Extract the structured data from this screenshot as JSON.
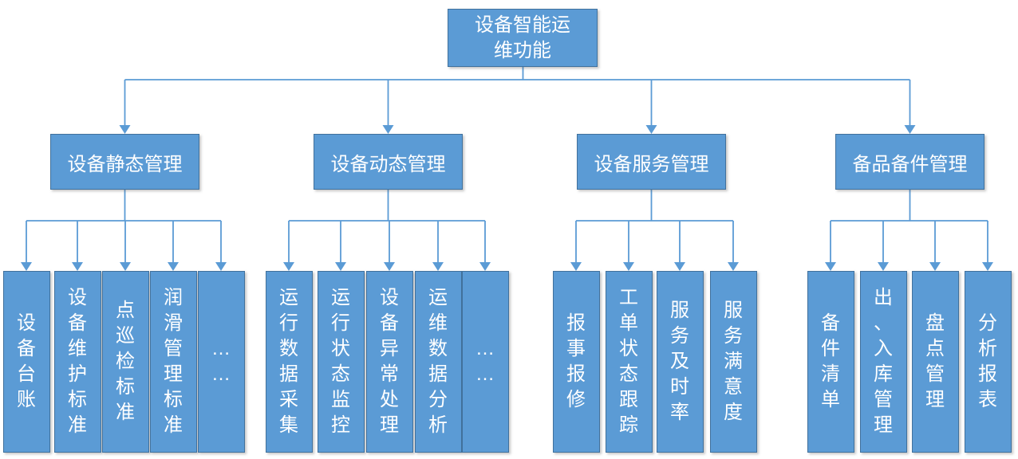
{
  "colors": {
    "node_fill": "#5b9bd5",
    "node_border": "#41719c",
    "node_text": "#ffffff",
    "connector": "#5b9bd5"
  },
  "tree": {
    "root": {
      "label": "设备智能运\n维功能"
    },
    "branches": [
      {
        "label": "设备静态管理",
        "children": [
          "设备台账",
          "设备维护标准",
          "点巡检标准",
          "润滑管理标准",
          "……"
        ]
      },
      {
        "label": "设备动态管理",
        "children": [
          "运行数据采集",
          "运行状态监控",
          "设备异常处理",
          "运维数据分析",
          "……"
        ]
      },
      {
        "label": "设备服务管理",
        "children": [
          "报事报修",
          "工单状态跟踪",
          "服务及时率",
          "服务满意度"
        ]
      },
      {
        "label": "备品备件管理",
        "children": [
          "备件清单",
          "出、入库管理",
          "盘点管理",
          "分析报表"
        ]
      }
    ]
  }
}
